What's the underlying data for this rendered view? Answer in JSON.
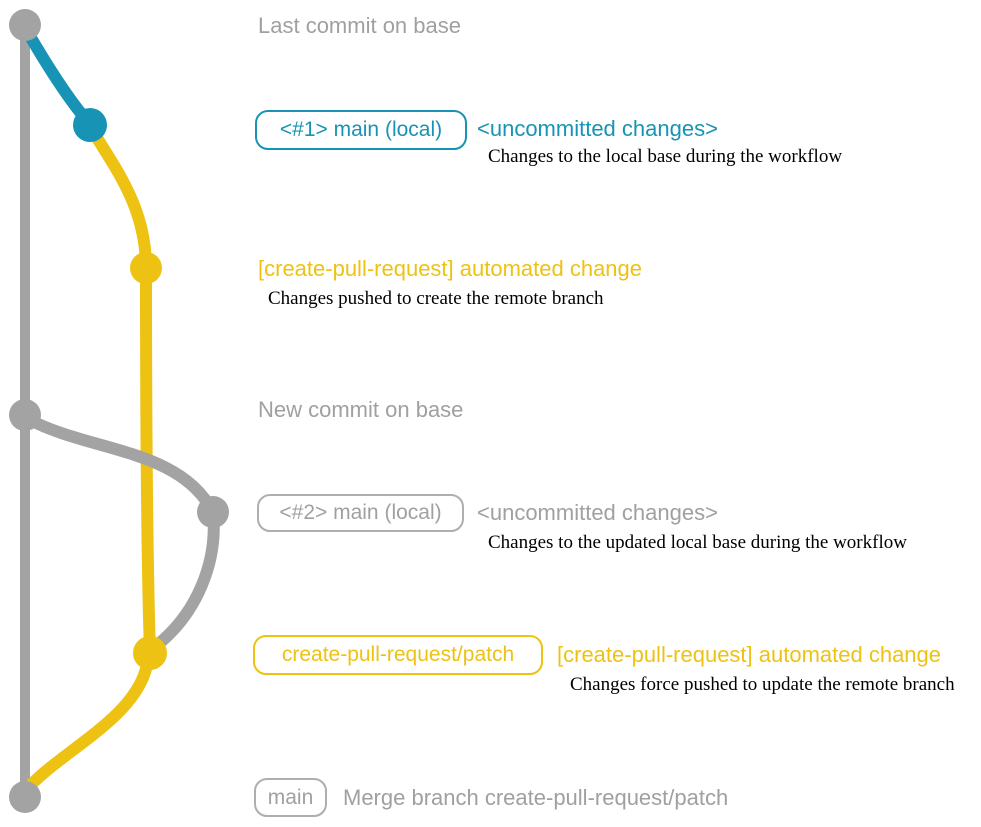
{
  "colors": {
    "gray": "#a3a3a3",
    "teal": "#1794b5",
    "yellow": "#eec213",
    "label-gray": "#a0a0a0",
    "badge-gray": "#aeaeae",
    "desc-black": "#000000"
  },
  "graph": {
    "nodes": [
      {
        "id": "base-last-commit",
        "branch": "base",
        "color": "gray"
      },
      {
        "id": "local-main-1",
        "branch": "main (local)",
        "color": "teal"
      },
      {
        "id": "create-pull-request-commit-1",
        "branch": "create-pull-request/patch",
        "color": "yellow"
      },
      {
        "id": "base-new-commit",
        "branch": "base",
        "color": "gray"
      },
      {
        "id": "local-main-2",
        "branch": "main (local)",
        "color": "gray"
      },
      {
        "id": "create-pull-request-commit-2",
        "branch": "create-pull-request/patch",
        "color": "yellow"
      },
      {
        "id": "merge-commit",
        "branch": "base",
        "color": "gray"
      }
    ]
  },
  "annotations": {
    "row1": {
      "text": "Last commit on base"
    },
    "row2": {
      "badge": "<#1> main (local)",
      "title": "<uncommitted changes>",
      "desc": "Changes to the local base during the workflow"
    },
    "row3": {
      "title": "[create-pull-request] automated change",
      "desc": "Changes pushed to create the remote branch"
    },
    "row4": {
      "text": "New commit on base"
    },
    "row5": {
      "badge": "<#2> main (local)",
      "title": "<uncommitted changes>",
      "desc": "Changes to the updated local base during the workflow"
    },
    "row6": {
      "badge": "create-pull-request/patch",
      "title": "[create-pull-request] automated change",
      "desc": "Changes force pushed to update the remote branch"
    },
    "row7": {
      "badge": "main",
      "text": "Merge branch create-pull-request/patch"
    }
  }
}
